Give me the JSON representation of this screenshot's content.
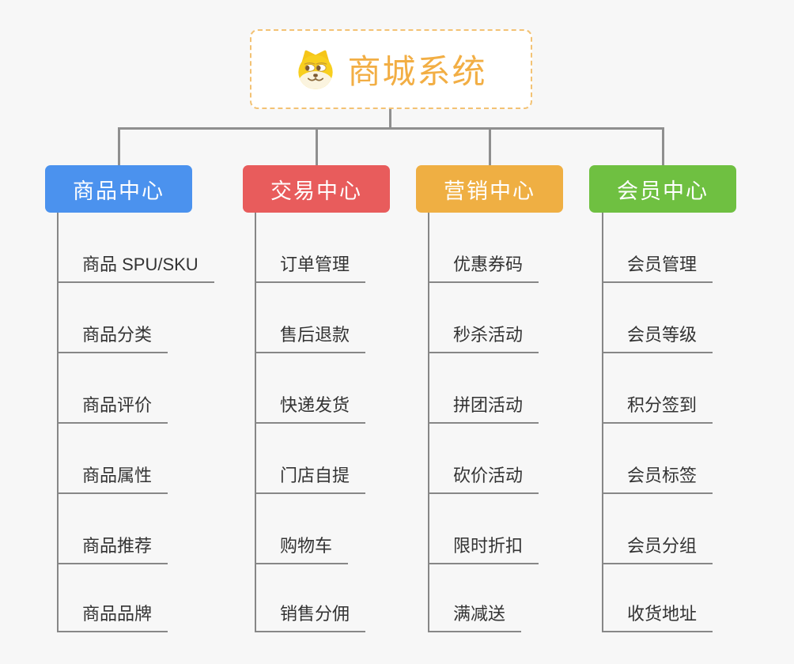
{
  "page": {
    "background_color": "#f7f7f7",
    "connector_color": "#8f8f8f",
    "leaf_line_color": "#878787",
    "leaf_text_color": "#333333"
  },
  "root": {
    "title": "商城系统",
    "title_color": "#f2ae44",
    "icon": "shiba-dog-icon",
    "border_color": "#f3c274"
  },
  "branches": [
    {
      "label": "商品中心",
      "color": "#4b92ee",
      "children": [
        "商品 SPU/SKU",
        "商品分类",
        "商品评价",
        "商品属性",
        "商品推荐",
        "商品品牌"
      ]
    },
    {
      "label": "交易中心",
      "color": "#e85c5c",
      "children": [
        "订单管理",
        "售后退款",
        "快递发货",
        "门店自提",
        "购物车",
        "销售分佣"
      ]
    },
    {
      "label": "营销中心",
      "color": "#efaf43",
      "children": [
        "优惠券码",
        "秒杀活动",
        "拼团活动",
        "砍价活动",
        "限时折扣",
        "满减送"
      ]
    },
    {
      "label": "会员中心",
      "color": "#6fc041",
      "children": [
        "会员管理",
        "会员等级",
        "积分签到",
        "会员标签",
        "会员分组",
        "收货地址"
      ]
    }
  ]
}
